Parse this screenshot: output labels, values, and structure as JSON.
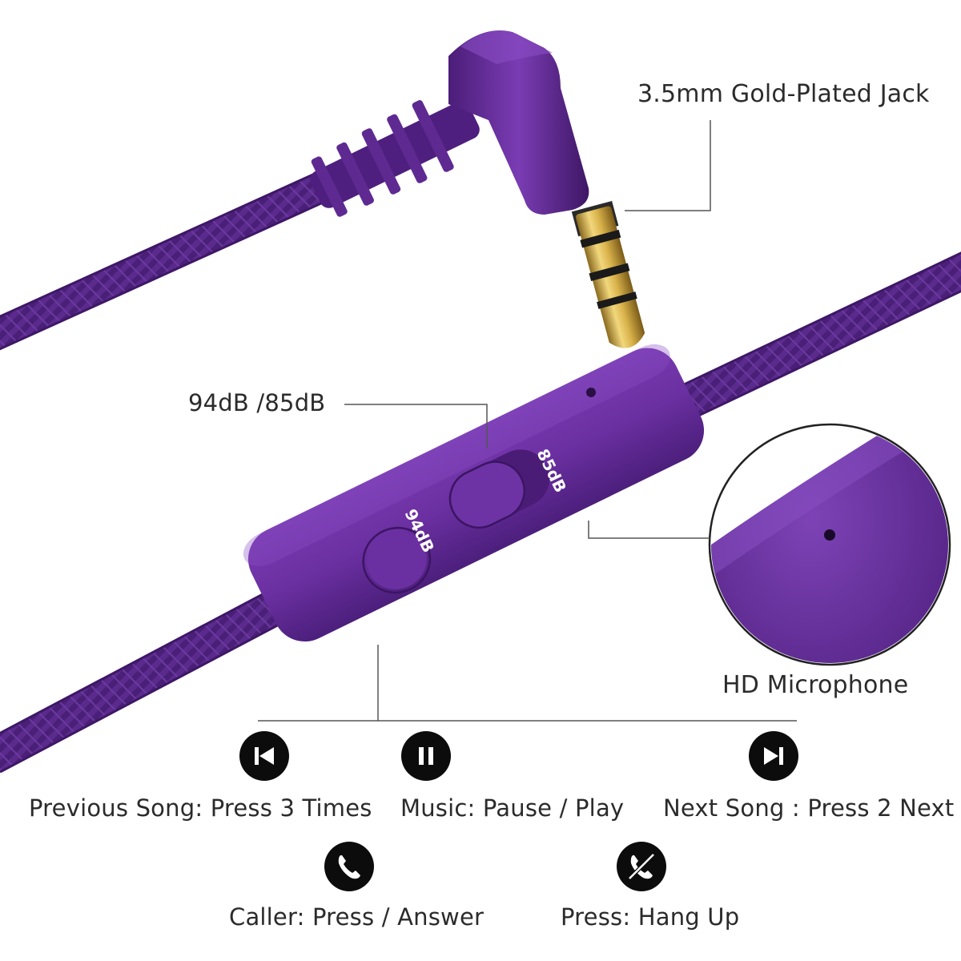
{
  "callouts": {
    "jack": "3.5mm Gold-Plated Jack",
    "sensitivity": "94dB /85dB",
    "microphone": "HD Microphone"
  },
  "remote": {
    "left_switch_label": "94dB",
    "right_switch_label": "85dB"
  },
  "controls": [
    {
      "icon": "previous-track-icon",
      "label": "Previous Song: Press 3 Times"
    },
    {
      "icon": "pause-icon",
      "label": "Music: Pause / Play"
    },
    {
      "icon": "next-track-icon",
      "label": "Next Song : Press 2 Next"
    },
    {
      "icon": "phone-answer-icon",
      "label": "Caller: Press / Answer"
    },
    {
      "icon": "phone-hangup-icon",
      "label": "Press: Hang Up"
    }
  ],
  "colors": {
    "cable_purple": "#5b2a8e",
    "remote_purple": "#6a2fa0",
    "gold": "#d9b24a",
    "icon_black": "#0c0c0c",
    "text": "#2b2b2b"
  }
}
